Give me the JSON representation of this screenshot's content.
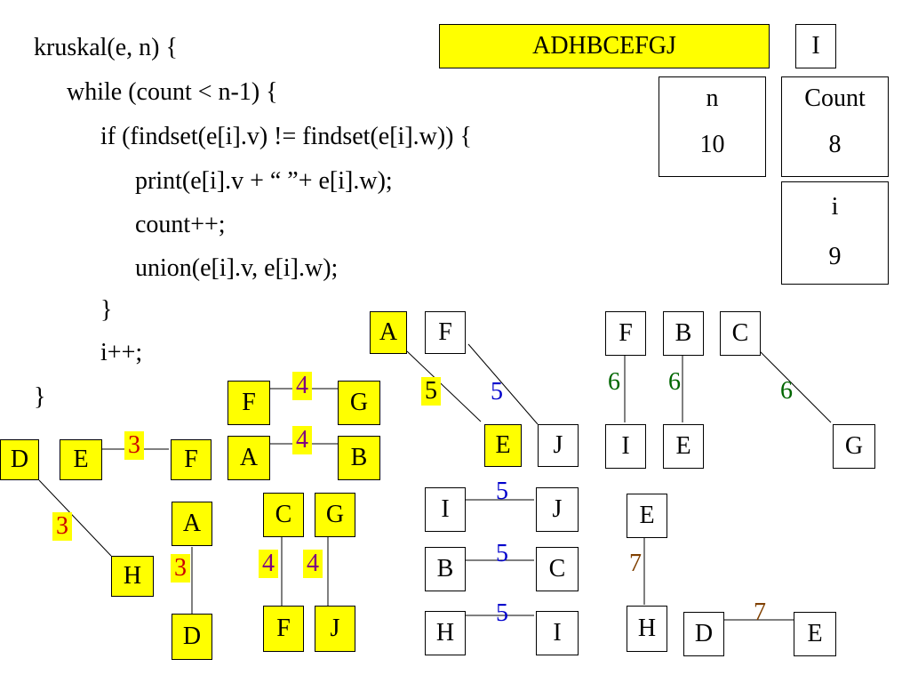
{
  "code": [
    "kruskal(e, n) {",
    "while (count < n-1) {",
    "if (findset(e[i].v) != findset(e[i].w)) {",
    "print(e[i].v + “ ”+ e[i].w);",
    "count++;",
    "union(e[i].v, e[i].w);",
    "}",
    "i++;",
    "}"
  ],
  "output": {
    "text": "ADHBCEFGJ",
    "highlight": "#ffff00"
  },
  "pending": {
    "text": "I"
  },
  "vars": {
    "n": {
      "label": "n",
      "value": "10"
    },
    "count": {
      "label": "Count",
      "value": "8"
    },
    "i": {
      "label": "i",
      "value": "9"
    }
  },
  "colors": {
    "highlight": "#ffff00",
    "weight3": "#cc0000",
    "weight4": "#800080",
    "weight5": "#0000cc",
    "weight6": "#006600",
    "weight7": "#804000"
  },
  "nodes": [
    {
      "id": "n_D1",
      "label": "D",
      "hl": true
    },
    {
      "id": "n_E1",
      "label": "E",
      "hl": true
    },
    {
      "id": "n_F1",
      "label": "F",
      "hl": true
    },
    {
      "id": "n_H1",
      "label": "H",
      "hl": true
    },
    {
      "id": "n_A1",
      "label": "A",
      "hl": true
    },
    {
      "id": "n_D2",
      "label": "D",
      "hl": true
    },
    {
      "id": "n_F2",
      "label": "F",
      "hl": true
    },
    {
      "id": "n_G2",
      "label": "G",
      "hl": true
    },
    {
      "id": "n_A2",
      "label": "A",
      "hl": true
    },
    {
      "id": "n_B2",
      "label": "B",
      "hl": true
    },
    {
      "id": "n_C3",
      "label": "C",
      "hl": true
    },
    {
      "id": "n_G3",
      "label": "G",
      "hl": true
    },
    {
      "id": "n_F3",
      "label": "F",
      "hl": true
    },
    {
      "id": "n_J3",
      "label": "J",
      "hl": true
    },
    {
      "id": "n_A4",
      "label": "A",
      "hl": true
    },
    {
      "id": "n_F4",
      "label": "F",
      "hl": false
    },
    {
      "id": "n_E4",
      "label": "E",
      "hl": true
    },
    {
      "id": "n_J4",
      "label": "J",
      "hl": false
    },
    {
      "id": "n_I5",
      "label": "I",
      "hl": false
    },
    {
      "id": "n_J5",
      "label": "J",
      "hl": false
    },
    {
      "id": "n_B5",
      "label": "B",
      "hl": false
    },
    {
      "id": "n_C5",
      "label": "C",
      "hl": false
    },
    {
      "id": "n_H5",
      "label": "H",
      "hl": false
    },
    {
      "id": "n_I6",
      "label": "I",
      "hl": false
    },
    {
      "id": "n_F6",
      "label": "F",
      "hl": false
    },
    {
      "id": "n_I7",
      "label": "I",
      "hl": false
    },
    {
      "id": "n_B6",
      "label": "B",
      "hl": false
    },
    {
      "id": "n_E6",
      "label": "E",
      "hl": false
    },
    {
      "id": "n_C6",
      "label": "C",
      "hl": false
    },
    {
      "id": "n_G6",
      "label": "G",
      "hl": false
    },
    {
      "id": "n_E7",
      "label": "E",
      "hl": false
    },
    {
      "id": "n_H7",
      "label": "H",
      "hl": false
    },
    {
      "id": "n_D7",
      "label": "D",
      "hl": false
    },
    {
      "id": "n_E8",
      "label": "E",
      "hl": false
    }
  ],
  "edges": [
    {
      "from": "n_E1",
      "to": "n_F1",
      "weight": "3",
      "hl": true,
      "color": "#cc0000"
    },
    {
      "from": "n_D1",
      "to": "n_H1",
      "weight": "3",
      "hl": true,
      "color": "#cc0000"
    },
    {
      "from": "n_A1",
      "to": "n_D2",
      "weight": "3",
      "hl": true,
      "color": "#cc0000"
    },
    {
      "from": "n_F2",
      "to": "n_G2",
      "weight": "4",
      "hl": true,
      "color": "#800080"
    },
    {
      "from": "n_A2",
      "to": "n_B2",
      "weight": "4",
      "hl": true,
      "color": "#800080"
    },
    {
      "from": "n_C3",
      "to": "n_F3",
      "weight": "4",
      "hl": true,
      "color": "#800080"
    },
    {
      "from": "n_G3",
      "to": "n_J3",
      "weight": "4",
      "hl": true,
      "color": "#800080"
    },
    {
      "from": "n_A4",
      "to": "n_E4",
      "weight": "5",
      "hl": true,
      "color": "#000000"
    },
    {
      "from": "n_F4",
      "to": "n_J4",
      "weight": "5",
      "hl": false,
      "color": "#0000cc"
    },
    {
      "from": "n_I5",
      "to": "n_J5",
      "weight": "5",
      "hl": false,
      "color": "#0000cc"
    },
    {
      "from": "n_B5",
      "to": "n_C5",
      "weight": "5",
      "hl": false,
      "color": "#0000cc"
    },
    {
      "from": "n_H5",
      "to": "n_I6",
      "weight": "5",
      "hl": false,
      "color": "#0000cc"
    },
    {
      "from": "n_F6",
      "to": "n_I7",
      "weight": "6",
      "hl": false,
      "color": "#006600"
    },
    {
      "from": "n_B6",
      "to": "n_E6",
      "weight": "6",
      "hl": false,
      "color": "#006600"
    },
    {
      "from": "n_C6",
      "to": "n_G6",
      "weight": "6",
      "hl": false,
      "color": "#006600"
    },
    {
      "from": "n_E7",
      "to": "n_H7",
      "weight": "7",
      "hl": false,
      "color": "#804000"
    },
    {
      "from": "n_D7",
      "to": "n_E8",
      "weight": "7",
      "hl": false,
      "color": "#804000"
    }
  ]
}
